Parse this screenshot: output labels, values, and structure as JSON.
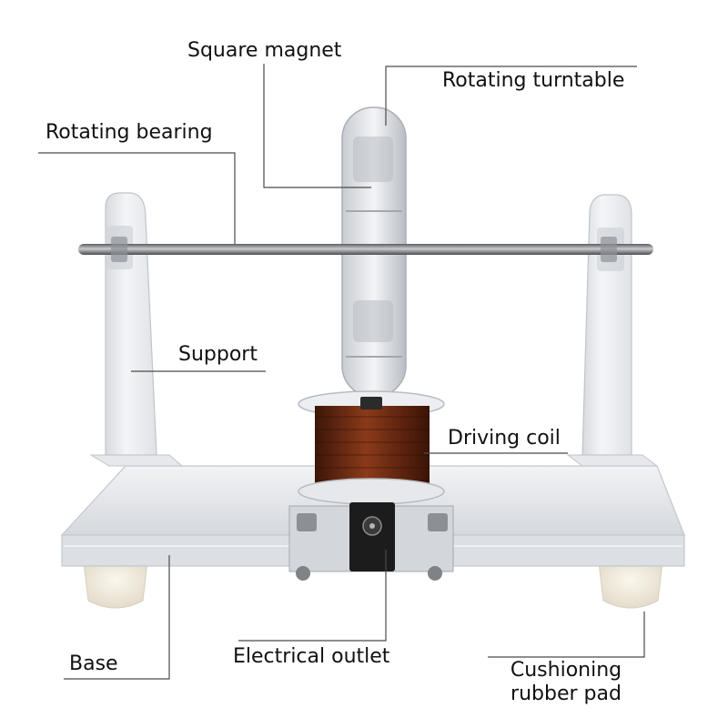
{
  "colors": {
    "background": "#ffffff",
    "leader_line": "#4a4a4a",
    "acrylic": "#e8eaee",
    "acrylic_edge": "#c9ccd2",
    "copper": "#6b2a12",
    "metal": "#9a9ca0"
  },
  "labels": {
    "square_magnet": "Square magnet",
    "rotating_turntable": "Rotating turntable",
    "rotating_bearing": "Rotating bearing",
    "support": "Support",
    "driving_coil": "Driving coil",
    "base": "Base",
    "electrical_outlet": "Electrical outlet",
    "cushioning_line1": "Cushioning",
    "cushioning_line2": "rubber pad"
  }
}
